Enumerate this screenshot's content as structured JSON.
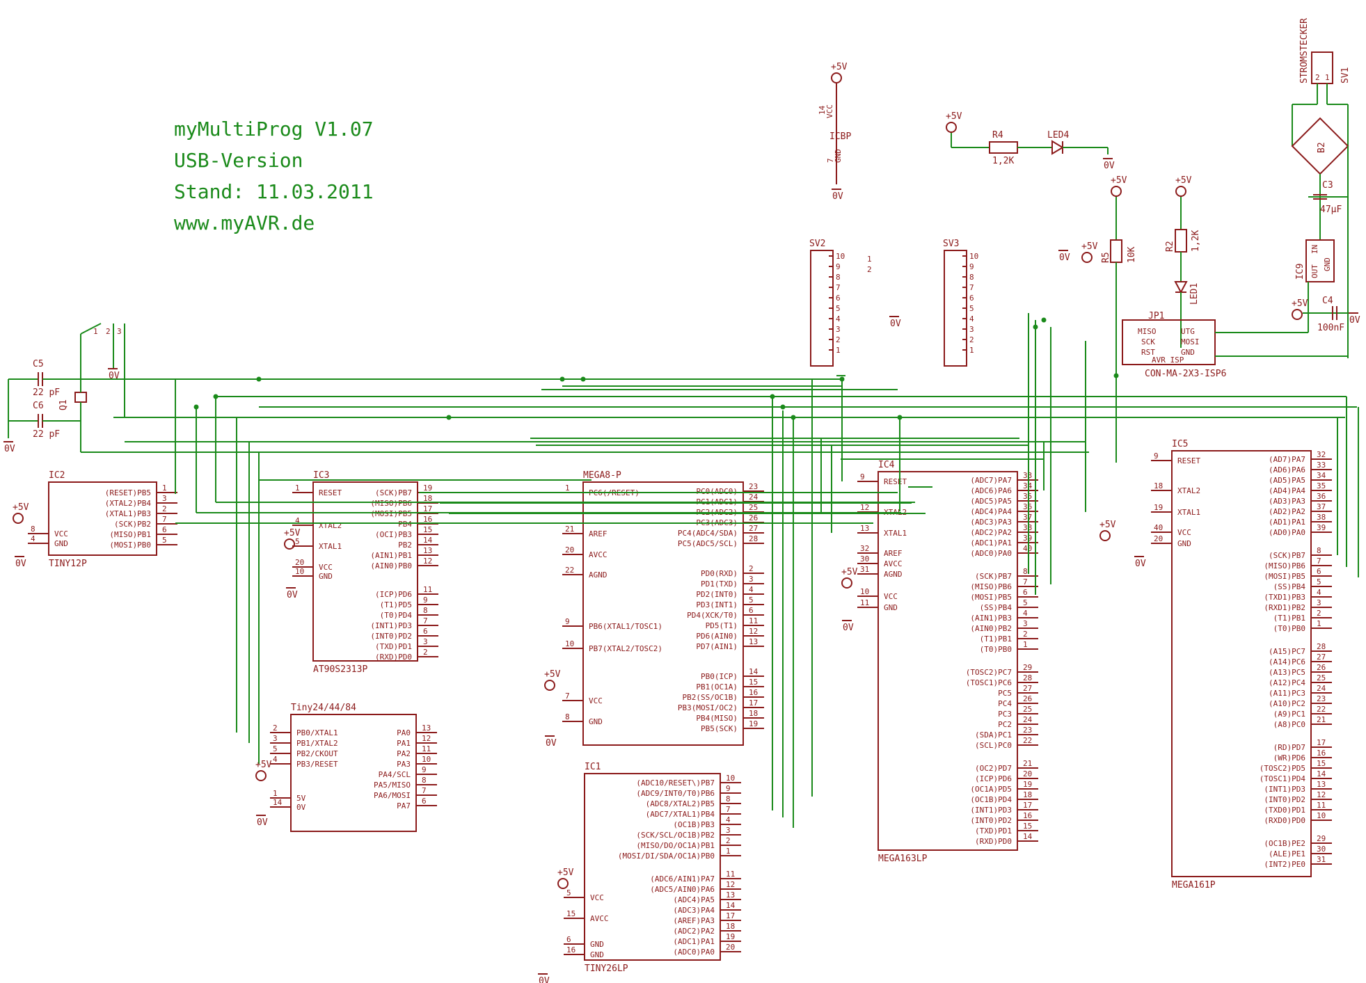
{
  "header": {
    "lines": [
      "myMultiProg V1.07",
      "USB-Version",
      "Stand: 11.03.2011",
      "www.myAVR.de"
    ]
  },
  "chips": [
    {
      "name": "IC2",
      "type": "TINY12P",
      "left_pins": [
        [
          "VCC",
          "8"
        ],
        [
          "GND",
          "4"
        ]
      ],
      "right_pins": [
        [
          "(RESET)PB5",
          "1"
        ],
        [
          "(XTAL2)PB4",
          "3"
        ],
        [
          "(XTAL1)PB3",
          "2"
        ],
        [
          "(SCK)PB2",
          "7"
        ],
        [
          "(MISO)PB1",
          "6"
        ],
        [
          "(MOSI)PB0",
          "5"
        ]
      ]
    },
    {
      "name": "IC3",
      "type": "AT90S2313P",
      "left_pins": [
        [
          "RESET",
          "1"
        ],
        [
          "XTAL2",
          "4"
        ],
        [
          "XTAL1",
          "5"
        ],
        [
          "VCC",
          "20"
        ],
        [
          "GND",
          "10"
        ]
      ],
      "right_pins": [
        [
          "(SCK)PB7",
          "19"
        ],
        [
          "(MISO)PB6",
          "18"
        ],
        [
          "(MOSI)PB5",
          "17"
        ],
        [
          "PB4",
          "16"
        ],
        [
          "(OCI)PB3",
          "15"
        ],
        [
          "PB2",
          "14"
        ],
        [
          "(AIN1)PB1",
          "13"
        ],
        [
          "(AIN0)PB0",
          "12"
        ],
        [
          "(ICP)PD6",
          "11"
        ],
        [
          "(T1)PD5",
          "9"
        ],
        [
          "(T0)PD4",
          "8"
        ],
        [
          "(INT1)PD3",
          "7"
        ],
        [
          "(INT0)PD2",
          "6"
        ],
        [
          "(TXD)PD1",
          "3"
        ],
        [
          "(RXD)PD0",
          "2"
        ]
      ]
    },
    {
      "name": "Tiny24/44/84",
      "type": "",
      "left_pins": [
        [
          "PB0/XTAL1",
          "2"
        ],
        [
          "PB1/XTAL2",
          "3"
        ],
        [
          "PB2/CKOUT",
          "5"
        ],
        [
          "PB3/RESET",
          "4"
        ],
        [
          "5V",
          "1"
        ],
        [
          "0V",
          "14"
        ]
      ],
      "right_pins": [
        [
          "PA0",
          "13"
        ],
        [
          "PA1",
          "12"
        ],
        [
          "PA2",
          "11"
        ],
        [
          "PA3",
          "10"
        ],
        [
          "PA4/SCL",
          "9"
        ],
        [
          "PA5/MISO",
          "8"
        ],
        [
          "PA6/MOSI",
          "7"
        ],
        [
          "PA7",
          "6"
        ]
      ]
    },
    {
      "name": "MEGA8-P",
      "type": "",
      "left_pins": [
        [
          "PC6(/RESET)",
          "1"
        ],
        [
          "AREF",
          "21"
        ],
        [
          "AVCC",
          "20"
        ],
        [
          "AGND",
          "22"
        ],
        [
          "PB6(XTAL1/TOSC1)",
          "9"
        ],
        [
          "PB7(XTAL2/TOSC2)",
          "10"
        ],
        [
          "VCC",
          "7"
        ],
        [
          "GND",
          "8"
        ]
      ],
      "right_pins": [
        [
          "PC0(ADC0)",
          "23"
        ],
        [
          "PC1(ADC1)",
          "24"
        ],
        [
          "PC2(ADC2)",
          "25"
        ],
        [
          "PC3(ADC3)",
          "26"
        ],
        [
          "PC4(ADC4/SDA)",
          "27"
        ],
        [
          "PC5(ADC5/SCL)",
          "28"
        ],
        [
          "PD0(RXD)",
          "2"
        ],
        [
          "PD1(TXD)",
          "3"
        ],
        [
          "PD2(INT0)",
          "4"
        ],
        [
          "PD3(INT1)",
          "5"
        ],
        [
          "PD4(XCK/T0)",
          "6"
        ],
        [
          "PD5(T1)",
          "11"
        ],
        [
          "PD6(AIN0)",
          "12"
        ],
        [
          "PD7(AIN1)",
          "13"
        ],
        [
          "PB0(ICP)",
          "14"
        ],
        [
          "PB1(OC1A)",
          "15"
        ],
        [
          "PB2(SS/OC1B)",
          "16"
        ],
        [
          "PB3(MOSI/OC2)",
          "17"
        ],
        [
          "PB4(MISO)",
          "18"
        ],
        [
          "PB5(SCK)",
          "19"
        ]
      ]
    },
    {
      "name": "IC4",
      "type": "MEGA163LP",
      "left_pins": [
        [
          "RESET",
          "9"
        ],
        [
          "XTAL2",
          "12"
        ],
        [
          "XTAL1",
          "13"
        ],
        [
          "AREF",
          "32"
        ],
        [
          "AVCC",
          "30"
        ],
        [
          "AGND",
          "31"
        ],
        [
          "VCC",
          "10"
        ],
        [
          "GND",
          "11"
        ]
      ],
      "right_pins": [
        [
          "(ADC7)PA7",
          "33"
        ],
        [
          "(ADC6)PA6",
          "34"
        ],
        [
          "(ADC5)PA5",
          "35"
        ],
        [
          "(ADC4)PA4",
          "36"
        ],
        [
          "(ADC3)PA3",
          "37"
        ],
        [
          "(ADC2)PA2",
          "38"
        ],
        [
          "(ADC1)PA1",
          "39"
        ],
        [
          "(ADC0)PA0",
          "40"
        ],
        [
          "(SCK)PB7",
          "8"
        ],
        [
          "(MISO)PB6",
          "7"
        ],
        [
          "(MOSI)PB5",
          "6"
        ],
        [
          "(SS)PB4",
          "5"
        ],
        [
          "(AIN1)PB3",
          "4"
        ],
        [
          "(AIN0)PB2",
          "3"
        ],
        [
          "(T1)PB1",
          "2"
        ],
        [
          "(T0)PB0",
          "1"
        ],
        [
          "(TOSC2)PC7",
          "29"
        ],
        [
          "(TOSC1)PC6",
          "28"
        ],
        [
          "PC5",
          "27"
        ],
        [
          "PC4",
          "26"
        ],
        [
          "PC3",
          "25"
        ],
        [
          "PC2",
          "24"
        ],
        [
          "(SDA)PC1",
          "23"
        ],
        [
          "(SCL)PC0",
          "22"
        ],
        [
          "(OC2)PD7",
          "21"
        ],
        [
          "(ICP)PD6",
          "20"
        ],
        [
          "(OC1A)PD5",
          "19"
        ],
        [
          "(OC1B)PD4",
          "18"
        ],
        [
          "(INT1)PD3",
          "17"
        ],
        [
          "(INT0)PD2",
          "16"
        ],
        [
          "(TXD)PD1",
          "15"
        ],
        [
          "(RXD)PD0",
          "14"
        ]
      ]
    },
    {
      "name": "IC5",
      "type": "MEGA161P",
      "left_pins": [
        [
          "RESET",
          "9"
        ],
        [
          "XTAL2",
          "18"
        ],
        [
          "XTAL1",
          "19"
        ],
        [
          "VCC",
          "40"
        ],
        [
          "GND",
          "20"
        ]
      ],
      "right_pins": [
        [
          "(AD7)PA7",
          "32"
        ],
        [
          "(AD6)PA6",
          "33"
        ],
        [
          "(AD5)PA5",
          "34"
        ],
        [
          "(AD4)PA4",
          "35"
        ],
        [
          "(AD3)PA3",
          "36"
        ],
        [
          "(AD2)PA2",
          "37"
        ],
        [
          "(AD1)PA1",
          "38"
        ],
        [
          "(AD0)PA0",
          "39"
        ],
        [
          "(SCK)PB7",
          "8"
        ],
        [
          "(MISO)PB6",
          "7"
        ],
        [
          "(MOSI)PB5",
          "6"
        ],
        [
          "(SS)PB4",
          "5"
        ],
        [
          "(TXD1)PB3",
          "4"
        ],
        [
          "(RXD1)PB2",
          "3"
        ],
        [
          "(T1)PB1",
          "2"
        ],
        [
          "(T0)PB0",
          "1"
        ],
        [
          "(A15)PC7",
          "28"
        ],
        [
          "(A14)PC6",
          "27"
        ],
        [
          "(A13)PC5",
          "26"
        ],
        [
          "(A12)PC4",
          "25"
        ],
        [
          "(A11)PC3",
          "24"
        ],
        [
          "(A10)PC2",
          "23"
        ],
        [
          "(A9)PC1",
          "22"
        ],
        [
          "(A8)PC0",
          "21"
        ],
        [
          "(RD)PD7",
          "17"
        ],
        [
          "(WR)PD6",
          "16"
        ],
        [
          "(TOSC2)PD5",
          "15"
        ],
        [
          "(TOSC1)PD4",
          "14"
        ],
        [
          "(INT1)PD3",
          "13"
        ],
        [
          "(INT0)PD2",
          "12"
        ],
        [
          "(TXD0)PD1",
          "11"
        ],
        [
          "(RXD0)PD0",
          "10"
        ],
        [
          "(OC1B)PE2",
          "29"
        ],
        [
          "(ALE)PE1",
          "30"
        ],
        [
          "(INT2)PE0",
          "31"
        ]
      ]
    },
    {
      "name": "IC1",
      "type": "TINY26LP",
      "left_pins": [
        [
          "VCC",
          "5"
        ],
        [
          "AVCC",
          "15"
        ],
        [
          "GND",
          "6"
        ],
        [
          "GND",
          "16"
        ]
      ],
      "right_pins": [
        [
          "(ADC10/RESET\\)PB7",
          "10"
        ],
        [
          "(ADC9/INT0/T0)PB6",
          "9"
        ],
        [
          "(ADC8/XTAL2)PB5",
          "8"
        ],
        [
          "(ADC7/XTAL1)PB4",
          "7"
        ],
        [
          "(OC1B)PB3",
          "4"
        ],
        [
          "(SCK/SCL/OC1B)PB2",
          "3"
        ],
        [
          "(MISO/DO/OC1A)PB1",
          "2"
        ],
        [
          "(MOSI/DI/SDA/OC1A)PB0",
          "1"
        ],
        [
          "(ADC6/AIN1)PA7",
          "11"
        ],
        [
          "(ADC5/AIN0)PA6",
          "12"
        ],
        [
          "(ADC4)PA5",
          "13"
        ],
        [
          "(ADC3)PA4",
          "14"
        ],
        [
          "(AREF)PA3",
          "17"
        ],
        [
          "(ADC2)PA2",
          "18"
        ],
        [
          "(ADC1)PA1",
          "19"
        ],
        [
          "(ADC0)PA0",
          "20"
        ]
      ]
    }
  ],
  "connectors": {
    "sv2": {
      "name": "SV2",
      "pins": [
        "10",
        "9",
        "8",
        "7",
        "6",
        "5",
        "4",
        "3",
        "2",
        "1"
      ]
    },
    "sv3": {
      "name": "SV3",
      "pins": [
        "10",
        "9",
        "8",
        "7",
        "6",
        "5",
        "4",
        "3",
        "2",
        "1"
      ]
    }
  },
  "isp": {
    "name": "JP1",
    "type": "CON-MA-2X3-ISP6",
    "left": [
      "MISO",
      "SCK",
      "RST"
    ],
    "right": [
      "UTG",
      "MOSI",
      "GND"
    ],
    "sub": "AVR ISP"
  },
  "icbp": {
    "name": "ICBP",
    "vcc": "VCC",
    "gnd": "GND",
    "pin_vcc": "14",
    "pin_gnd": "7"
  },
  "power": {
    "plus": "+5V",
    "gnd": "0V"
  },
  "parts": {
    "r4": {
      "name": "R4",
      "value": "1,2K"
    },
    "led4": {
      "name": "LED4"
    },
    "r5": {
      "name": "R5",
      "value": "10K"
    },
    "r2": {
      "name": "R2",
      "value": "1,2K"
    },
    "led1": {
      "name": "LED1"
    },
    "c5": {
      "name": "C5",
      "value": "22 pF"
    },
    "c6": {
      "name": "C6",
      "value": "22 pF"
    },
    "q1": {
      "name": "Q1"
    },
    "c3": {
      "name": "C3",
      "value": "47µF"
    },
    "c4": {
      "name": "C4",
      "value": "100nF"
    },
    "b2": {
      "name": "B2"
    },
    "ic9": {
      "name": "IC9",
      "out": "OUT",
      "in": "IN",
      "gnd": "GND"
    },
    "stromstecker": {
      "name": "STROMSTECKER",
      "ref": "SV1"
    },
    "x_pins": [
      "1",
      "2",
      "3"
    ],
    "sv1_pins": [
      "2",
      "1"
    ],
    "sv2_bridge": [
      "1",
      "2"
    ]
  }
}
